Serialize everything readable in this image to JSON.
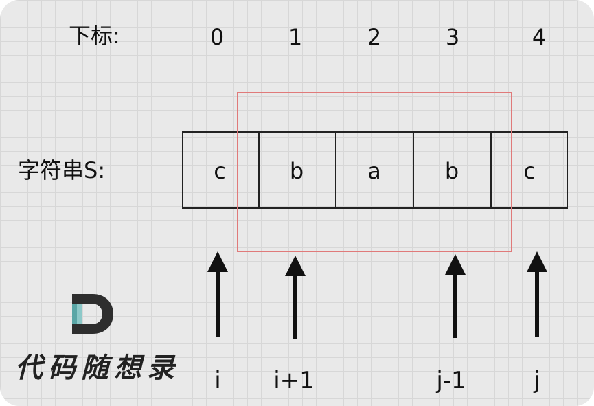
{
  "labels": {
    "index_label": "下标:",
    "string_label": "字符串S:"
  },
  "indices": [
    "0",
    "1",
    "2",
    "3",
    "4"
  ],
  "chars": [
    "c",
    "b",
    "a",
    "b",
    "c"
  ],
  "pointers": [
    "i",
    "i+1",
    "j-1",
    "j"
  ],
  "brand": {
    "name": "代码随想录",
    "logo_letter": "D"
  },
  "colors": {
    "window_border": "#e07a7a",
    "logo_teal": "#5aa6a6",
    "logo_dark": "#2e2e2e"
  }
}
